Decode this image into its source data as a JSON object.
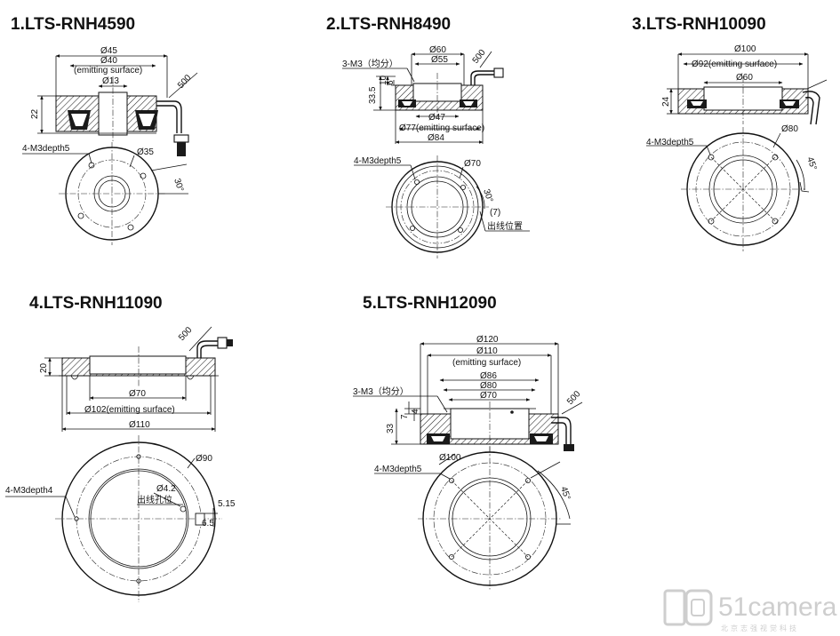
{
  "drawings": [
    {
      "title": "1.LTS-RNH4590",
      "labels": [
        "Ø45",
        "Ø40",
        "(emitting surface)",
        "Ø13",
        "22",
        "500",
        "4-M3depth5",
        "Ø35",
        "30°"
      ]
    },
    {
      "title": "2.LTS-RNH8490",
      "labels": [
        "Ø60",
        "Ø55",
        "500",
        "3-M3（均分）",
        "10",
        "6",
        "33.5",
        "Ø47",
        "Ø77(emitting surface)",
        "Ø84",
        "4-M3depth5",
        "Ø70",
        "30°",
        "(7)",
        "出线位置"
      ]
    },
    {
      "title": "3.LTS-RNH10090",
      "labels": [
        "Ø100",
        "Ø92(emitting surface)",
        "Ø60",
        "24",
        "4-M3depth5",
        "Ø80",
        "45°"
      ]
    },
    {
      "title": "4.LTS-RNH11090",
      "labels": [
        "500",
        "20",
        "Ø70",
        "Ø102(emitting surface)",
        "Ø110",
        "Ø90",
        "4-M3depth4",
        "Ø4.2",
        "出线孔位",
        "5.15",
        "6.5"
      ]
    },
    {
      "title": "5.LTS-RNH12090",
      "labels": [
        "Ø120",
        "Ø110",
        "(emitting surface)",
        "3-M3（均分）",
        "Ø86",
        "Ø80",
        "Ø70",
        "7",
        "4",
        "33",
        "500",
        "Ø100",
        "4-M3depth5",
        "45°"
      ]
    }
  ],
  "watermark": {
    "brand": "51camera",
    "subtitle": "北京志强视觉科技"
  }
}
